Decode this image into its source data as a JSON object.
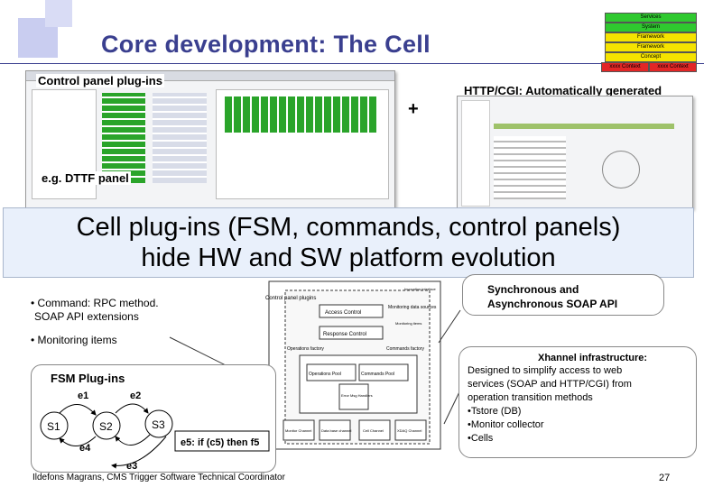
{
  "title": "Core development: The Cell",
  "stack_layers": [
    "Services",
    "System",
    "Framework",
    "Framework",
    "Concept",
    "xxxx Context",
    "xxxx Context"
  ],
  "left_screenshot": {
    "label": "Control panel plug-ins",
    "example": "e.g. DTTF panel"
  },
  "plus": "+",
  "right_screenshot": {
    "label": "HTTP/CGI: Automatically generated"
  },
  "banner": {
    "line1": "Cell plug-ins (FSM, commands, control panels)",
    "line2": "hide HW and SW platform evolution"
  },
  "bullets": {
    "command": "• Command: RPC method.",
    "soap": "SOAP API extensions",
    "monitoring": "• Monitoring items"
  },
  "soap_callout": {
    "line1": "Synchronous and",
    "line2": "Asynchronous SOAP API"
  },
  "fsm": {
    "label": "FSM Plug-ins",
    "states": [
      "S1",
      "S2",
      "S3"
    ],
    "edges": [
      "e1",
      "e2",
      "e3",
      "e4",
      "e5"
    ],
    "condition": "e5: if (c5) then f5"
  },
  "arch": {
    "labels": [
      "Control panel plugins",
      "Access Control",
      "Response Control",
      "Operations factory",
      "Commands factory",
      "Operations Pool",
      "Commands Pool",
      "Error Msg Handlers",
      "Monitor Channel",
      "Data base channel",
      "Cell Channel",
      "XDAQ Channel",
      "Monitoring data sources",
      "Invocation interface",
      "Monitoring items"
    ]
  },
  "xhannel_callout": {
    "title": "Xhannel infrastructure:",
    "lines": [
      "Designed to simplify access to web",
      "services (SOAP and HTTP/CGI) from",
      "operation transition methods",
      "•Tstore (DB)",
      "•Monitor collector",
      "•Cells"
    ]
  },
  "footer": "Ildefons Magrans, CMS Trigger Software Technical Coordinator",
  "page_number": "27",
  "colors": {
    "title": "#3a3f8f",
    "stack_green": "#2fc92f",
    "stack_yellow": "#f5e300",
    "stack_red": "#e22626",
    "banner_bg": "#e9f0fb"
  }
}
